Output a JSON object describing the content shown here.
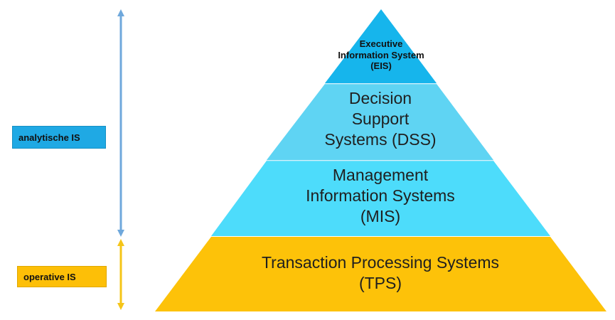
{
  "pyramid": {
    "eis": {
      "label": "Executive\nInformation System\n(EIS)",
      "color": "#16b5ec"
    },
    "dss": {
      "label": "Decision\nSupport\nSystems (DSS)",
      "color": "#5fd4f3"
    },
    "mis": {
      "label": "Management\nInformation Systems\n(MIS)",
      "color": "#4ddcfb"
    },
    "tps": {
      "label": "Transaction Processing Systems\n(TPS)",
      "color": "#fdc209"
    }
  },
  "side_labels": {
    "analytic": {
      "label": "analytische IS",
      "color": "#1fa9e4",
      "arrow_color": "#6fa8dc"
    },
    "operative": {
      "label": "operative IS",
      "color": "#fdbf07",
      "arrow_color": "#f5c518"
    }
  }
}
